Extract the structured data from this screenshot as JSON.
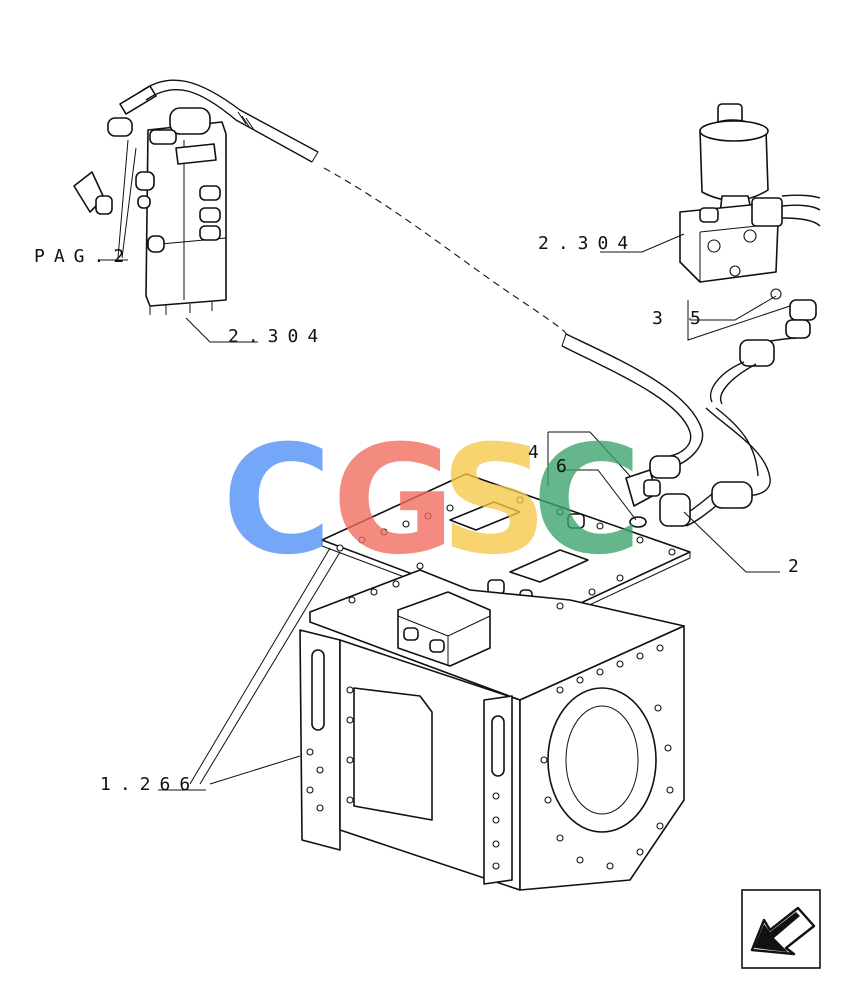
{
  "labels": {
    "pag2": "PAG.2",
    "ref_2304_left": "2.304",
    "ref_2304_right": "2.304",
    "ref_3": "3",
    "ref_5": "5",
    "ref_4": "4",
    "ref_6": "6",
    "ref_2": "2",
    "ref_1266": "1.266"
  },
  "watermark": {
    "letters": [
      "C",
      "G",
      "S",
      "C"
    ],
    "colors": [
      "#4f8ff7",
      "#f26b5e",
      "#f7c84a",
      "#3aa46b"
    ]
  },
  "nav": {
    "icon": "arrow-back-icon"
  }
}
